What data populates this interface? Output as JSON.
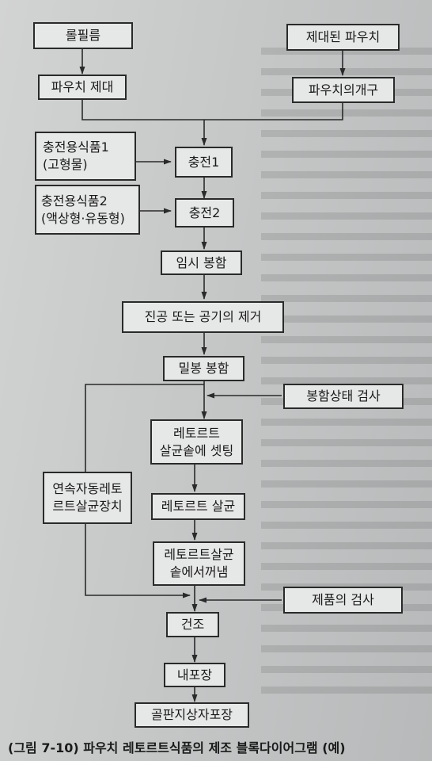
{
  "boxes": {
    "roll_film": "롤필름",
    "pouch_forming": "파우치 제대",
    "formed_pouch": "제대된 파우치",
    "pouch_opening": "파우치의개구",
    "filling_food_1": "충전용식품1\n(고형물)",
    "filling_1": "충전1",
    "filling_food_2": "충전용식품2\n(액상형·유동형)",
    "filling_2": "충전2",
    "temp_seal": "임시 봉함",
    "air_removal": "진공 또는 공기의 제거",
    "hermetic_seal": "밀봉 봉함",
    "seal_inspection": "봉함상태 검사",
    "retort_set": "레토르트\n살균솥에 셋팅",
    "continuous_retort": "연속자동레토\n르트살균장치",
    "retort_sterilize": "레토르트 살균",
    "retort_remove": "레토르트살균\n솥에서꺼냄",
    "product_inspection": "제품의 검사",
    "drying": "건조",
    "inner_packaging": "내포장",
    "corrugated_packaging": "골판지상자포장"
  },
  "caption": "(그림 7-10) 파우치 레토르트식품의 제조 블록다이어그램 (예)"
}
